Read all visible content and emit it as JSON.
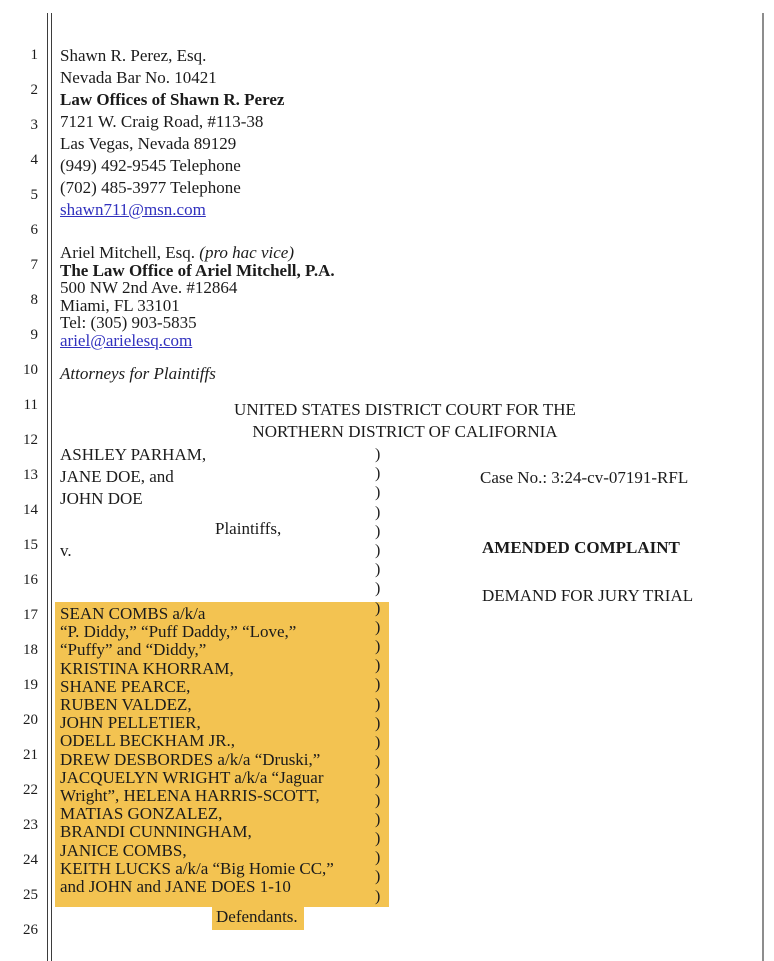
{
  "line_numbers": [
    "1",
    "2",
    "3",
    "4",
    "5",
    "6",
    "7",
    "8",
    "9",
    "10",
    "11",
    "12",
    "13",
    "14",
    "15",
    "16",
    "17",
    "18",
    "19",
    "20",
    "21",
    "22",
    "23",
    "24",
    "25",
    "26"
  ],
  "attorney_block_1": {
    "name": "Shawn R. Perez, Esq.",
    "bar": "Nevada Bar No. 10421",
    "firm": "Law Offices of Shawn R. Perez",
    "address1": "7121 W. Craig Road, #113-38",
    "address2": "Las Vegas, Nevada 89129",
    "phone1": "(949) 492-9545 Telephone",
    "phone2": "(702) 485-3977 Telephone",
    "email": "shawn711@msn.com"
  },
  "attorney_block_2": {
    "name": "Ariel Mitchell, Esq. ",
    "pro_hac_vice": "(pro hac vice)",
    "firm": "The Law Office of Ariel Mitchell, P.A.",
    "address1": "500 NW 2nd Ave. #12864",
    "address2": "Miami, FL 33101",
    "phone": "Tel: (305) 903-5835",
    "email": "ariel@arielesq.com"
  },
  "attorneys_for": "Attorneys for Plaintiffs",
  "court": {
    "line1": "UNITED STATES DISTRICT COURT FOR THE",
    "line2": "NORTHERN DISTRICT OF CALIFORNIA"
  },
  "caption": {
    "plaintiffs": [
      "ASHLEY PARHAM,",
      "JANE DOE, and",
      "JOHN DOE"
    ],
    "plaintiffs_label": "Plaintiffs,",
    "versus": "v.",
    "divider_glyph": ")",
    "divider_count": 24,
    "defendants": [
      "SEAN COMBS a/k/a",
      "“P. Diddy,” “Puff Daddy,” “Love,”",
      "“Puffy” and “Diddy,”",
      "KRISTINA KHORRAM,",
      "SHANE PEARCE,",
      "RUBEN VALDEZ,",
      "JOHN PELLETIER,",
      "ODELL BECKHAM JR.,",
      "DREW DESBORDES a/k/a “Druski,”",
      "JACQUELYN WRIGHT a/k/a “Jaguar",
      "Wright”, HELENA HARRIS-SCOTT,",
      "MATIAS GONZALEZ,",
      "BRANDI CUNNINGHAM,",
      "JANICE COMBS,",
      "KEITH LUCKS a/k/a “Big Homie CC,”",
      "and JOHN and JANE DOES 1-10"
    ],
    "defendants_label": "Defendants."
  },
  "case_info": {
    "case_number": "Case No.: 3:24-cv-07191-RFL",
    "title": "AMENDED COMPLAINT",
    "jury": "DEMAND FOR JURY TRIAL"
  },
  "colors": {
    "highlight": "#f3c351",
    "link": "#3030be"
  }
}
